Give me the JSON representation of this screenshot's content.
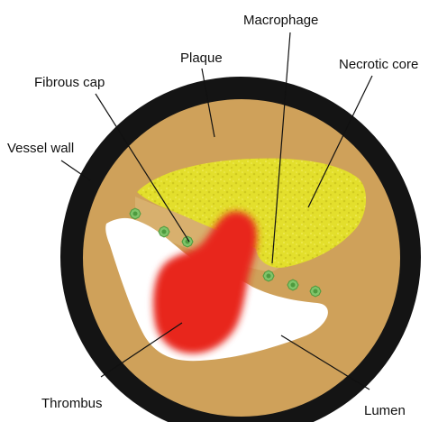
{
  "labels": {
    "macrophage": "Macrophage",
    "plaque": "Plaque",
    "necrotic_core": "Necrotic core",
    "fibrous_cap": "Fibrous cap",
    "vessel_wall": "Vessel wall",
    "thrombus": "Thrombus",
    "lumen": "Lumen"
  },
  "colors": {
    "vessel_wall": "#141414",
    "plaque": "#cfa15a",
    "necrotic_core": "#e3df2c",
    "thrombus": "#e8261f",
    "lumen": "#ffffff",
    "macrophage": "#7fc46a"
  },
  "icons": {
    "macrophage": "macrophage-cell-icon"
  }
}
